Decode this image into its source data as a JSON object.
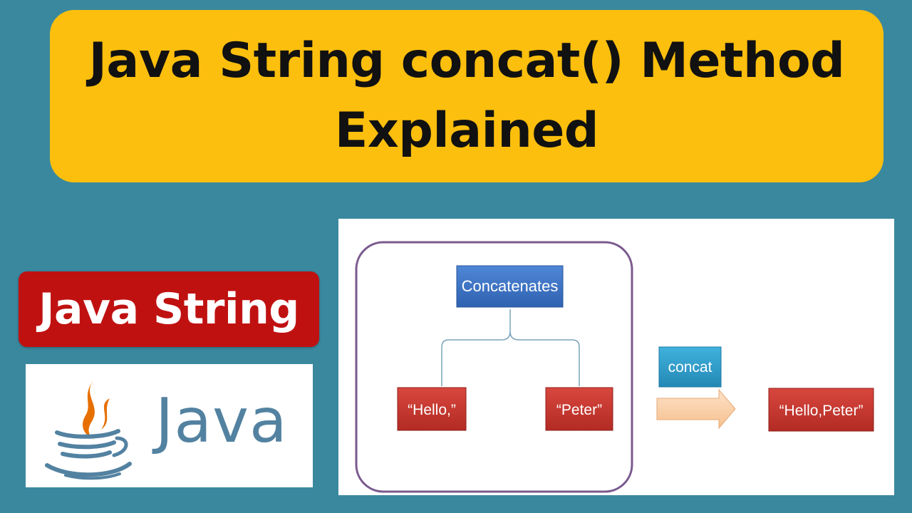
{
  "title": {
    "line1": "Java String concat() Method",
    "line2": "Explained"
  },
  "badge": {
    "label": "Java String"
  },
  "logo": {
    "wordmark": "Java",
    "icon": "java-coffee-cup-icon"
  },
  "diagram": {
    "concatenates_label": "Concatenates",
    "hello_label": "“Hello,”",
    "peter_label": "“Peter”",
    "concat_label": "concat",
    "result_label": "“Hello,Peter”"
  },
  "colors": {
    "background": "#3a889e",
    "title_banner": "#fdbf0d",
    "badge": "#c01111",
    "blue_box": "#3b6fc0",
    "red_box": "#c3362e",
    "concat_box": "#2e9bc6",
    "arrow": "#f9cfa8",
    "group_border": "#7a5a8e"
  }
}
